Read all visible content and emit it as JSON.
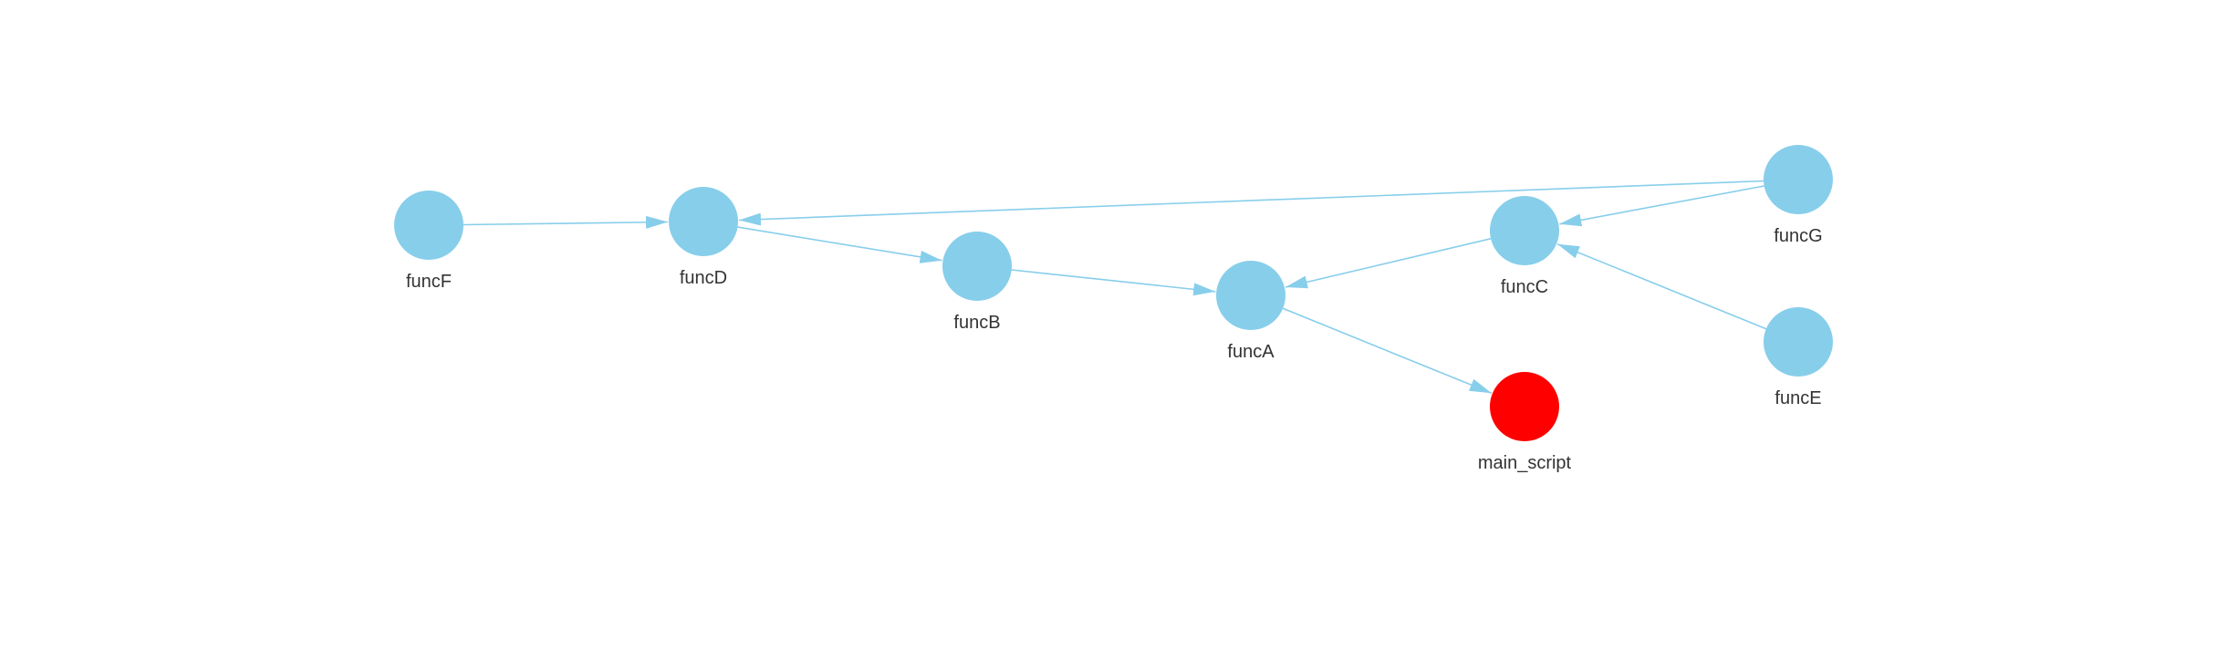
{
  "graph": {
    "colors": {
      "node_default": "#87CEEB",
      "node_highlight": "#FF0000",
      "edge": "#87CEEB",
      "label": "#333333",
      "background": "#FFFFFF"
    },
    "nodes": [
      {
        "id": "funcF",
        "label": "funcF",
        "color": "#87CEEB"
      },
      {
        "id": "funcD",
        "label": "funcD",
        "color": "#87CEEB"
      },
      {
        "id": "funcB",
        "label": "funcB",
        "color": "#87CEEB"
      },
      {
        "id": "funcA",
        "label": "funcA",
        "color": "#87CEEB"
      },
      {
        "id": "funcC",
        "label": "funcC",
        "color": "#87CEEB"
      },
      {
        "id": "funcG",
        "label": "funcG",
        "color": "#87CEEB"
      },
      {
        "id": "funcE",
        "label": "funcE",
        "color": "#87CEEB"
      },
      {
        "id": "main_script",
        "label": "main_script",
        "color": "#FF0000"
      }
    ],
    "edges": [
      {
        "from": "funcF",
        "to": "funcD"
      },
      {
        "from": "funcD",
        "to": "funcB"
      },
      {
        "from": "funcB",
        "to": "funcA"
      },
      {
        "from": "funcA",
        "to": "main_script"
      },
      {
        "from": "funcC",
        "to": "funcA"
      },
      {
        "from": "funcG",
        "to": "funcD"
      },
      {
        "from": "funcG",
        "to": "funcC"
      },
      {
        "from": "funcE",
        "to": "funcC"
      }
    ]
  }
}
